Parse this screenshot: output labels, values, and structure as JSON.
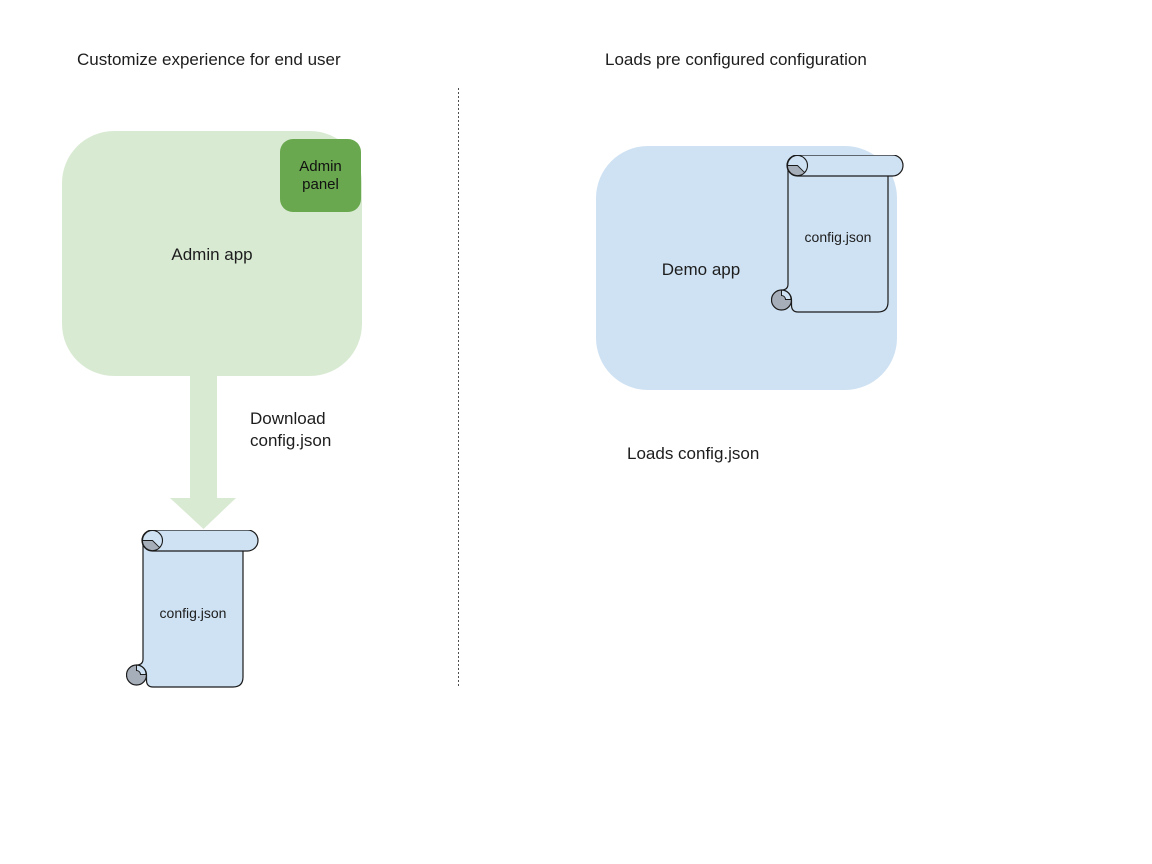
{
  "left_section": {
    "title": "Customize experience for end user",
    "admin_app_label": "Admin app",
    "admin_panel_label": "Admin panel",
    "arrow_label": "Download config.json",
    "config_file_label": "config.json"
  },
  "right_section": {
    "title": "Loads pre configured configuration",
    "demo_app_label": "Demo app",
    "config_file_label": "config.json",
    "caption": "Loads config.json"
  },
  "colors": {
    "admin_app_fill": "#d9ead3",
    "admin_panel_fill": "#6aa84f",
    "demo_app_fill": "#cfe2f3",
    "scroll_fill": "#cfe2f3",
    "scroll_curl_fill": "#a6aeba",
    "arrow_fill": "#d9ead3",
    "outline": "#1b1b1b",
    "divider": "#4f4f4f",
    "text": "#1d1d1d"
  }
}
